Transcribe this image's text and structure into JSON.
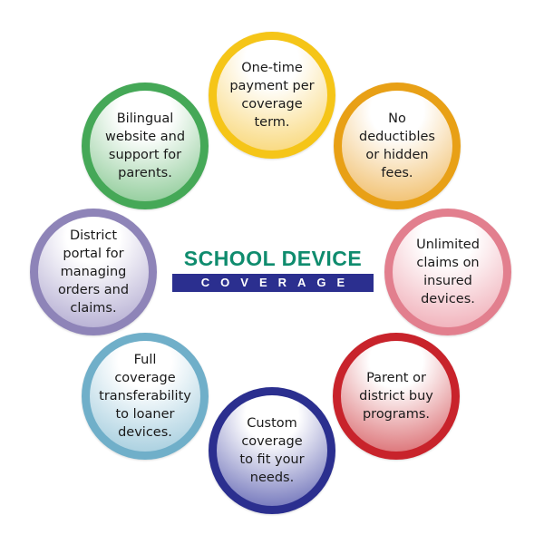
{
  "logo": {
    "line1": "SCHOOL DEVICE",
    "line2": "COVERAGE"
  },
  "features": [
    {
      "text": "One-time\npayment per\ncoverage\nterm.",
      "color": "#f5c518",
      "light": "#f8d266"
    },
    {
      "text": "No\ndeductibles\nor hidden\nfees.",
      "color": "#e8a016",
      "light": "#efb657"
    },
    {
      "text": "Unlimited\nclaims on\ninsured\ndevices.",
      "color": "#e27f8e",
      "light": "#eea3ae"
    },
    {
      "text": "Parent or\ndistrict buy\nprograms.",
      "color": "#c8232b",
      "light": "#d65a5f"
    },
    {
      "text": "Custom\ncoverage\nto fit your\nneeds.",
      "color": "#2b2f8f",
      "light": "#5b5fb0"
    },
    {
      "text": "Full\ncoverage\ntransferability\nto loaner\ndevices.",
      "color": "#70afc9",
      "light": "#99c7da"
    },
    {
      "text": "District\nportal for\nmanaging\norders and\nclaims.",
      "color": "#8e84b8",
      "light": "#aaa2cc"
    },
    {
      "text": "Bilingual\nwebsite and\nsupport for\nparents.",
      "color": "#45a857",
      "light": "#7fc48a"
    }
  ]
}
